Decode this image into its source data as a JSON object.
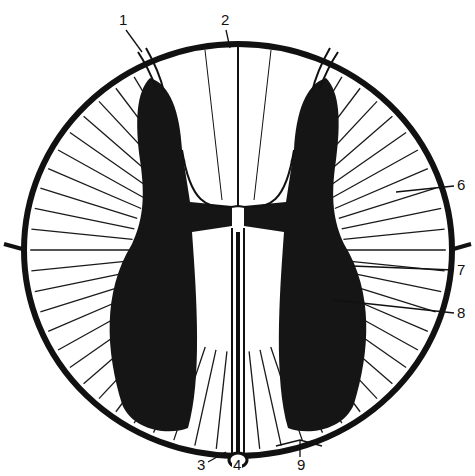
{
  "diagram": {
    "labels": [
      "1",
      "2",
      "6",
      "7",
      "8",
      "3",
      "4",
      "9"
    ]
  }
}
